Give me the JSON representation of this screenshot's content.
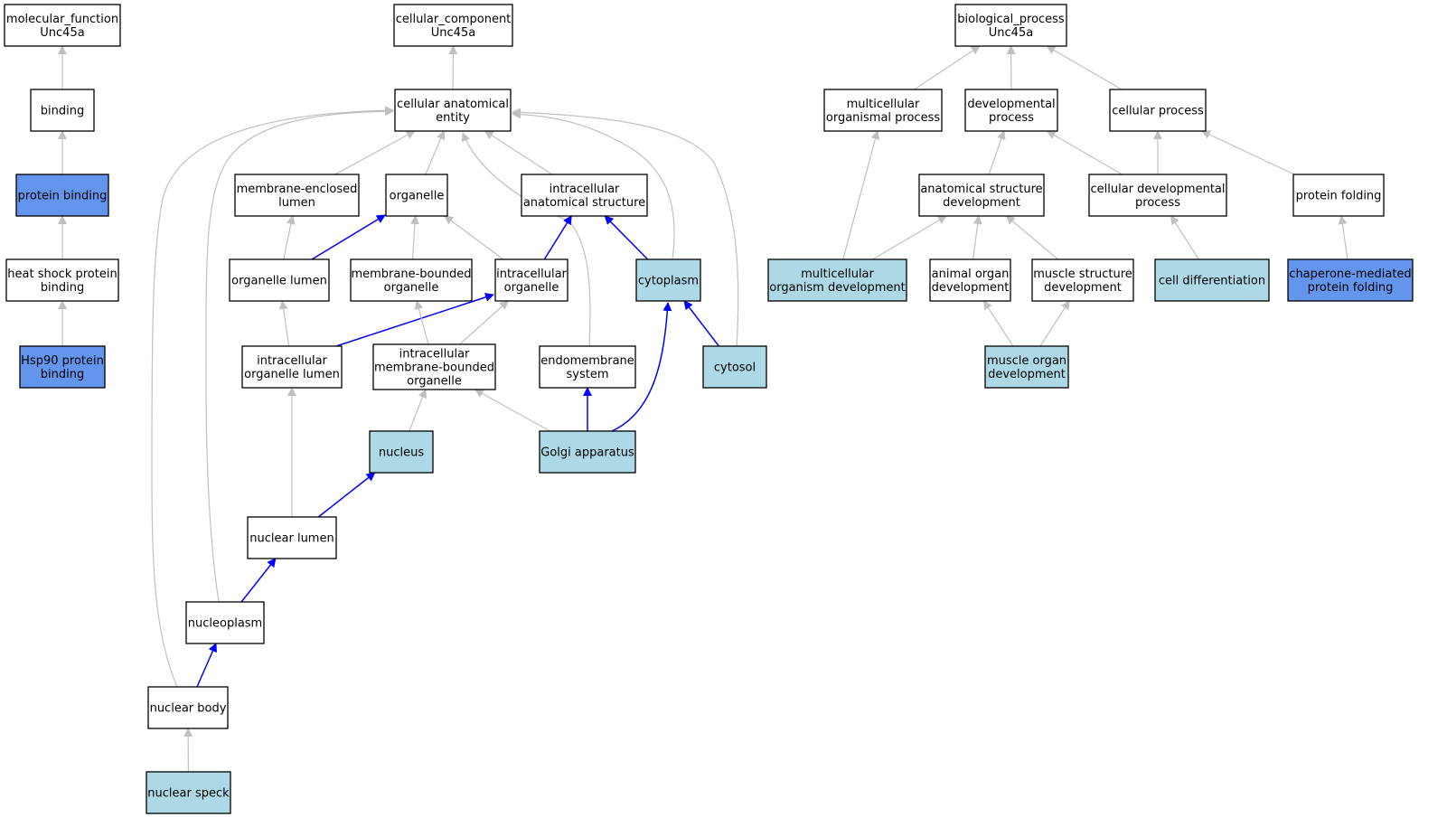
{
  "colors": {
    "white": "#ffffff",
    "light_blue": "#add8e6",
    "cornflower": "#6495ed",
    "gray_edge": "#c0c0c0",
    "blue_edge": "#0000ff",
    "border": "#000000"
  },
  "nodes": [
    {
      "id": "mf_root",
      "lines": [
        "molecular_function",
        "Unc45a"
      ],
      "fill": "white"
    },
    {
      "id": "binding",
      "lines": [
        "binding"
      ],
      "fill": "white"
    },
    {
      "id": "protein_binding",
      "lines": [
        "protein binding"
      ],
      "fill": "cornflower"
    },
    {
      "id": "heat_shock_binding",
      "lines": [
        "heat shock protein",
        "binding"
      ],
      "fill": "white"
    },
    {
      "id": "hsp90_binding",
      "lines": [
        "Hsp90 protein",
        "binding"
      ],
      "fill": "cornflower"
    },
    {
      "id": "cc_root",
      "lines": [
        "cellular_component",
        "Unc45a"
      ],
      "fill": "white"
    },
    {
      "id": "cellular_anatomical_entity",
      "lines": [
        "cellular anatomical",
        "entity"
      ],
      "fill": "white"
    },
    {
      "id": "membrane_enclosed_lumen",
      "lines": [
        "membrane-enclosed",
        "lumen"
      ],
      "fill": "white"
    },
    {
      "id": "organelle",
      "lines": [
        "organelle"
      ],
      "fill": "white"
    },
    {
      "id": "intracellular_anatomical_structure",
      "lines": [
        "intracellular",
        "anatomical structure"
      ],
      "fill": "white"
    },
    {
      "id": "organelle_lumen",
      "lines": [
        "organelle lumen"
      ],
      "fill": "white"
    },
    {
      "id": "membrane_bounded_organelle",
      "lines": [
        "membrane-bounded",
        "organelle"
      ],
      "fill": "white"
    },
    {
      "id": "intracellular_organelle",
      "lines": [
        "intracellular",
        "organelle"
      ],
      "fill": "white"
    },
    {
      "id": "cytoplasm",
      "lines": [
        "cytoplasm"
      ],
      "fill": "light_blue"
    },
    {
      "id": "intracellular_organelle_lumen",
      "lines": [
        "intracellular",
        "organelle lumen"
      ],
      "fill": "white"
    },
    {
      "id": "intracellular_membrane_bounded_organelle",
      "lines": [
        "intracellular",
        "membrane-bounded",
        "organelle"
      ],
      "fill": "white"
    },
    {
      "id": "endomembrane_system",
      "lines": [
        "endomembrane",
        "system"
      ],
      "fill": "white"
    },
    {
      "id": "cytosol",
      "lines": [
        "cytosol"
      ],
      "fill": "light_blue"
    },
    {
      "id": "nucleus",
      "lines": [
        "nucleus"
      ],
      "fill": "light_blue"
    },
    {
      "id": "golgi_apparatus",
      "lines": [
        "Golgi apparatus"
      ],
      "fill": "light_blue"
    },
    {
      "id": "nuclear_lumen",
      "lines": [
        "nuclear lumen"
      ],
      "fill": "white"
    },
    {
      "id": "nucleoplasm",
      "lines": [
        "nucleoplasm"
      ],
      "fill": "white"
    },
    {
      "id": "nuclear_body",
      "lines": [
        "nuclear body"
      ],
      "fill": "white"
    },
    {
      "id": "nuclear_speck",
      "lines": [
        "nuclear speck"
      ],
      "fill": "light_blue"
    },
    {
      "id": "bp_root",
      "lines": [
        "biological_process",
        "Unc45a"
      ],
      "fill": "white"
    },
    {
      "id": "multicellular_organismal_process",
      "lines": [
        "multicellular",
        "organismal process"
      ],
      "fill": "white"
    },
    {
      "id": "developmental_process",
      "lines": [
        "developmental",
        "process"
      ],
      "fill": "white"
    },
    {
      "id": "cellular_process",
      "lines": [
        "cellular process"
      ],
      "fill": "white"
    },
    {
      "id": "anatomical_structure_development",
      "lines": [
        "anatomical structure",
        "development"
      ],
      "fill": "white"
    },
    {
      "id": "cellular_developmental_process",
      "lines": [
        "cellular developmental",
        "process"
      ],
      "fill": "white"
    },
    {
      "id": "protein_folding",
      "lines": [
        "protein folding"
      ],
      "fill": "white"
    },
    {
      "id": "multicellular_organism_development",
      "lines": [
        "multicellular",
        "organism development"
      ],
      "fill": "light_blue"
    },
    {
      "id": "animal_organ_development",
      "lines": [
        "animal organ",
        "development"
      ],
      "fill": "white"
    },
    {
      "id": "muscle_structure_development",
      "lines": [
        "muscle structure",
        "development"
      ],
      "fill": "white"
    },
    {
      "id": "cell_differentiation",
      "lines": [
        "cell differentiation"
      ],
      "fill": "light_blue"
    },
    {
      "id": "chaperone_mediated_protein_folding",
      "lines": [
        "chaperone-mediated",
        "protein folding"
      ],
      "fill": "cornflower"
    },
    {
      "id": "muscle_organ_development",
      "lines": [
        "muscle organ",
        "development"
      ],
      "fill": "light_blue"
    }
  ],
  "edges": [
    {
      "from": "binding",
      "to": "mf_root",
      "color": "gray_edge"
    },
    {
      "from": "protein_binding",
      "to": "binding",
      "color": "gray_edge"
    },
    {
      "from": "heat_shock_binding",
      "to": "protein_binding",
      "color": "gray_edge"
    },
    {
      "from": "hsp90_binding",
      "to": "heat_shock_binding",
      "color": "gray_edge"
    },
    {
      "from": "cellular_anatomical_entity",
      "to": "cc_root",
      "color": "gray_edge"
    },
    {
      "from": "membrane_enclosed_lumen",
      "to": "cellular_anatomical_entity",
      "color": "gray_edge"
    },
    {
      "from": "organelle",
      "to": "cellular_anatomical_entity",
      "color": "gray_edge"
    },
    {
      "from": "intracellular_anatomical_structure",
      "to": "cellular_anatomical_entity",
      "color": "gray_edge"
    },
    {
      "from": "cytoplasm",
      "to": "cellular_anatomical_entity",
      "color": "gray_edge"
    },
    {
      "from": "cytosol",
      "to": "cellular_anatomical_entity",
      "color": "gray_edge"
    },
    {
      "from": "endomembrane_system",
      "to": "cellular_anatomical_entity",
      "color": "gray_edge"
    },
    {
      "from": "nucleoplasm",
      "to": "cellular_anatomical_entity",
      "color": "gray_edge"
    },
    {
      "from": "nuclear_body",
      "to": "cellular_anatomical_entity",
      "color": "gray_edge"
    },
    {
      "from": "organelle_lumen",
      "to": "membrane_enclosed_lumen",
      "color": "gray_edge"
    },
    {
      "from": "organelle_lumen",
      "to": "organelle",
      "color": "blue_edge"
    },
    {
      "from": "membrane_bounded_organelle",
      "to": "organelle",
      "color": "gray_edge"
    },
    {
      "from": "intracellular_organelle",
      "to": "organelle",
      "color": "gray_edge"
    },
    {
      "from": "intracellular_organelle",
      "to": "intracellular_anatomical_structure",
      "color": "blue_edge"
    },
    {
      "from": "cytoplasm",
      "to": "intracellular_anatomical_structure",
      "color": "blue_edge"
    },
    {
      "from": "intracellular_organelle_lumen",
      "to": "organelle_lumen",
      "color": "gray_edge"
    },
    {
      "from": "intracellular_organelle_lumen",
      "to": "intracellular_organelle",
      "color": "blue_edge"
    },
    {
      "from": "intracellular_membrane_bounded_organelle",
      "to": "membrane_bounded_organelle",
      "color": "gray_edge"
    },
    {
      "from": "intracellular_membrane_bounded_organelle",
      "to": "intracellular_organelle",
      "color": "gray_edge"
    },
    {
      "from": "cytosol",
      "to": "cytoplasm",
      "color": "blue_edge"
    },
    {
      "from": "golgi_apparatus",
      "to": "cytoplasm",
      "color": "blue_edge"
    },
    {
      "from": "nucleus",
      "to": "intracellular_membrane_bounded_organelle",
      "color": "gray_edge"
    },
    {
      "from": "golgi_apparatus",
      "to": "intracellular_membrane_bounded_organelle",
      "color": "gray_edge"
    },
    {
      "from": "golgi_apparatus",
      "to": "endomembrane_system",
      "color": "blue_edge"
    },
    {
      "from": "nuclear_lumen",
      "to": "intracellular_organelle_lumen",
      "color": "gray_edge"
    },
    {
      "from": "nuclear_lumen",
      "to": "nucleus",
      "color": "blue_edge"
    },
    {
      "from": "nucleoplasm",
      "to": "nuclear_lumen",
      "color": "blue_edge"
    },
    {
      "from": "nuclear_body",
      "to": "nucleoplasm",
      "color": "blue_edge"
    },
    {
      "from": "nuclear_speck",
      "to": "nuclear_body",
      "color": "gray_edge"
    },
    {
      "from": "multicellular_organismal_process",
      "to": "bp_root",
      "color": "gray_edge"
    },
    {
      "from": "developmental_process",
      "to": "bp_root",
      "color": "gray_edge"
    },
    {
      "from": "cellular_process",
      "to": "bp_root",
      "color": "gray_edge"
    },
    {
      "from": "anatomical_structure_development",
      "to": "developmental_process",
      "color": "gray_edge"
    },
    {
      "from": "cellular_developmental_process",
      "to": "developmental_process",
      "color": "gray_edge"
    },
    {
      "from": "cellular_developmental_process",
      "to": "cellular_process",
      "color": "gray_edge"
    },
    {
      "from": "protein_folding",
      "to": "cellular_process",
      "color": "gray_edge"
    },
    {
      "from": "multicellular_organism_development",
      "to": "multicellular_organismal_process",
      "color": "gray_edge"
    },
    {
      "from": "multicellular_organism_development",
      "to": "anatomical_structure_development",
      "color": "gray_edge"
    },
    {
      "from": "animal_organ_development",
      "to": "anatomical_structure_development",
      "color": "gray_edge"
    },
    {
      "from": "muscle_structure_development",
      "to": "anatomical_structure_development",
      "color": "gray_edge"
    },
    {
      "from": "cell_differentiation",
      "to": "cellular_developmental_process",
      "color": "gray_edge"
    },
    {
      "from": "chaperone_mediated_protein_folding",
      "to": "protein_folding",
      "color": "gray_edge"
    },
    {
      "from": "muscle_organ_development",
      "to": "animal_organ_development",
      "color": "gray_edge"
    },
    {
      "from": "muscle_organ_development",
      "to": "muscle_structure_development",
      "color": "gray_edge"
    }
  ]
}
